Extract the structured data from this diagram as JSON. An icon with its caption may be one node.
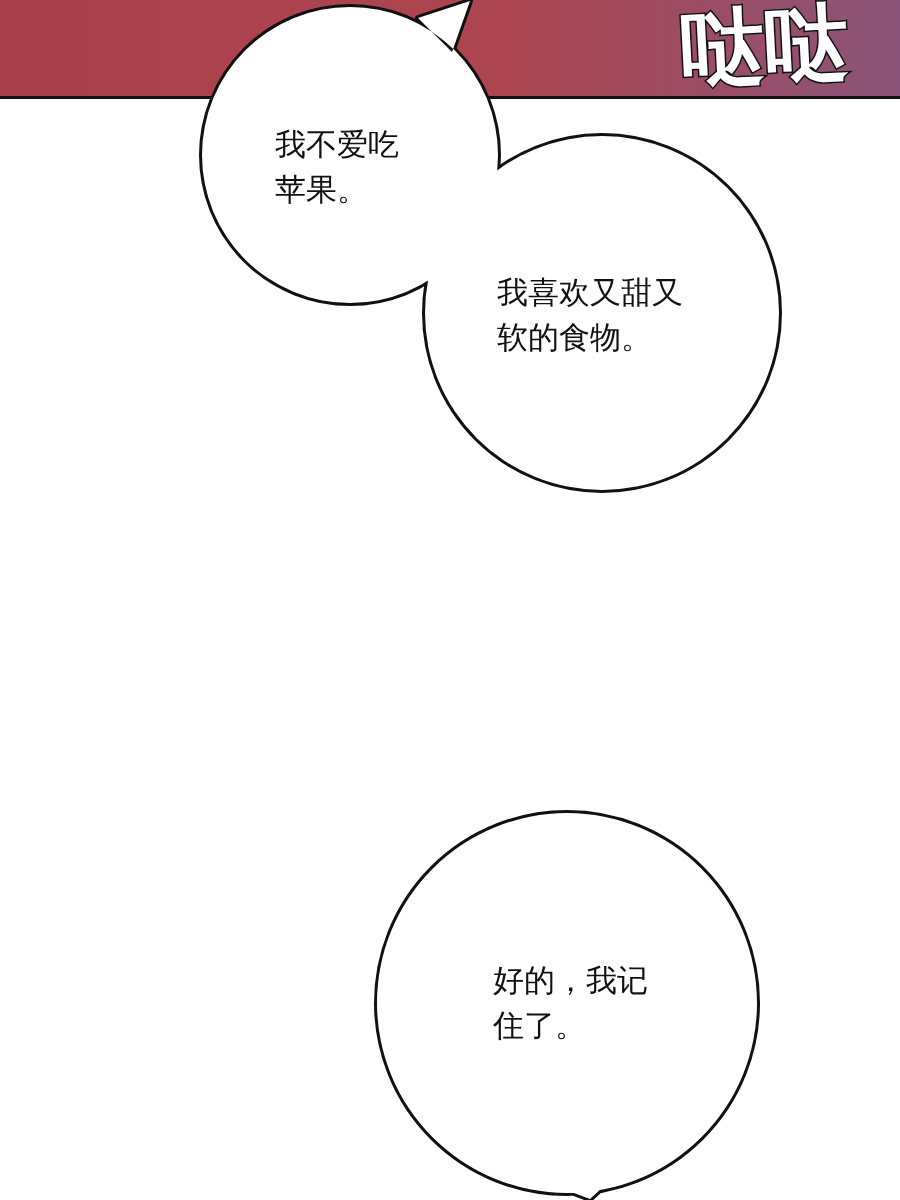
{
  "diagram": {
    "nodes": [
      {
        "text": [
          "我不爱吃苹果。"
        ]
      },
      {
        "text": [
          "我喜欢又甜又软的食物。"
        ]
      },
      {
        "text": [
          "好的，我记住了。"
        ]
      }
    ],
    "labels": [
      "哒哒"
    ]
  }
}
